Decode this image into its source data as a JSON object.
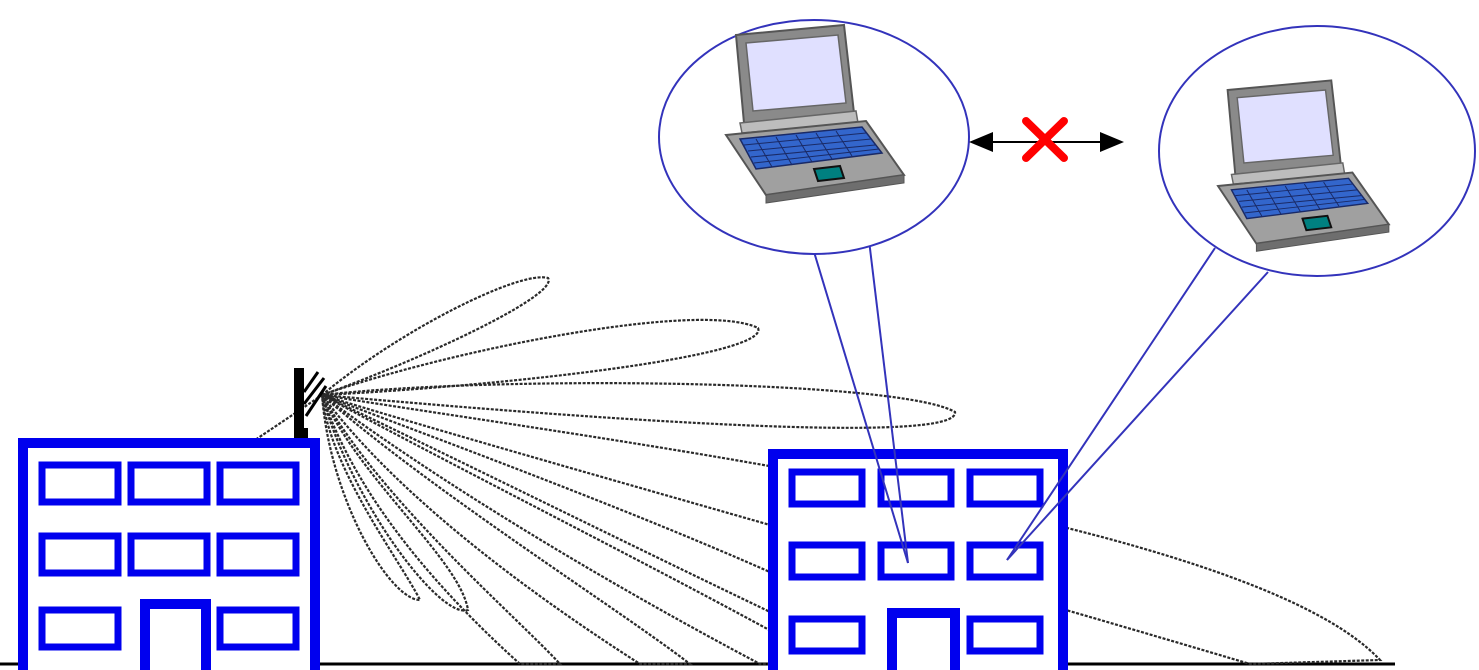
{
  "diagram": {
    "description_elements": {
      "transmitter_building": {
        "windows": 9,
        "has_door": true
      },
      "receiver_building": {
        "windows": 9,
        "has_door": true
      },
      "antenna": "sector-antenna",
      "callouts": [
        "laptop-icon",
        "laptop-icon"
      ],
      "link_status": "blocked"
    },
    "colors": {
      "building": "#0000ee",
      "callout_outline": "#3333bb",
      "beam_pattern": "#2a2a2a",
      "blocked_mark": "#ff0000",
      "laptop_screen": "#e0e0ff",
      "laptop_body": "#999999",
      "laptop_keys": "#3366cc",
      "laptop_touchpad": "#008080"
    },
    "icons": [
      "laptop-icon",
      "laptop-icon",
      "cross-icon",
      "double-arrow-icon",
      "antenna-icon"
    ]
  }
}
